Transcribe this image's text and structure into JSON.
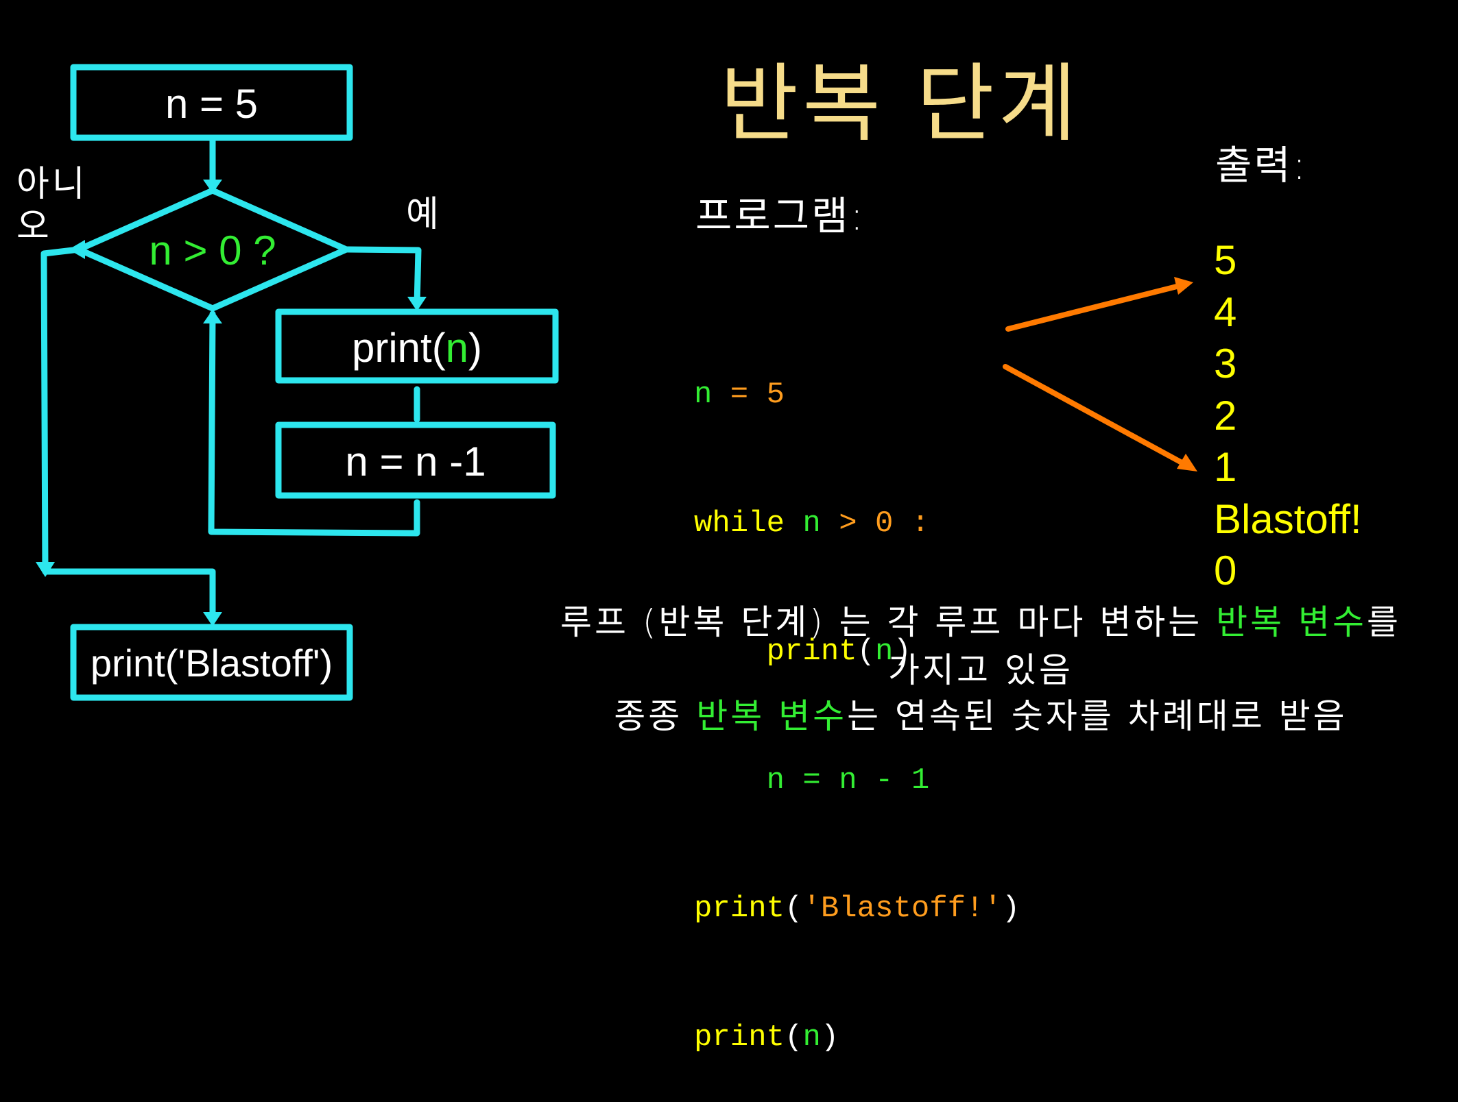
{
  "flowchart": {
    "start_box": "n = 5",
    "decision": "n > 0 ?",
    "no_label": "아니오",
    "yes_label": "예",
    "print_n_prefix": "print(",
    "print_n_var": "n",
    "print_n_suffix": ")",
    "decrement_box": "n = n -1",
    "final_box": "print('Blastoff')"
  },
  "title": "반복 단계",
  "program_label": "프로그램:",
  "output_label": "출력:",
  "code": {
    "line1": {
      "a": "n",
      "b": " = ",
      "c": "5"
    },
    "line2": {
      "a": "while",
      "b": " n ",
      "c": "> 0 :"
    },
    "line3": {
      "a": "    print",
      "b": "(",
      "c": "n",
      "d": ")"
    },
    "line4": {
      "a": "    n = n - 1"
    },
    "line5": {
      "a": "print",
      "b": "(",
      "c": "'Blastoff!'",
      "d": ")"
    },
    "line6": {
      "a": "print",
      "b": "(",
      "c": "n",
      "d": ")"
    }
  },
  "output": [
    "5",
    "4",
    "3",
    "2",
    "1",
    "Blastoff!",
    "0"
  ],
  "caption": {
    "line1_a": "루프 (반복 단계) 는 각 루프 마다 변하는 ",
    "line1_hl": "반복 변수",
    "line1_b": "를",
    "line2": "가지고 있음",
    "line3_a": "종종 ",
    "line3_hl": "반복 변수",
    "line3_b": "는 연속된 숫자를 차례대로 받음"
  },
  "colors": {
    "flow_lines": "#2de6ee",
    "arrows": "#ff7a00",
    "title": "#f6dc8a",
    "highlight": "#33ee33",
    "output": "#ffff00",
    "code_keyword": "#ffff00",
    "code_var": "#33ee33",
    "code_num": "#ff9d1e"
  }
}
